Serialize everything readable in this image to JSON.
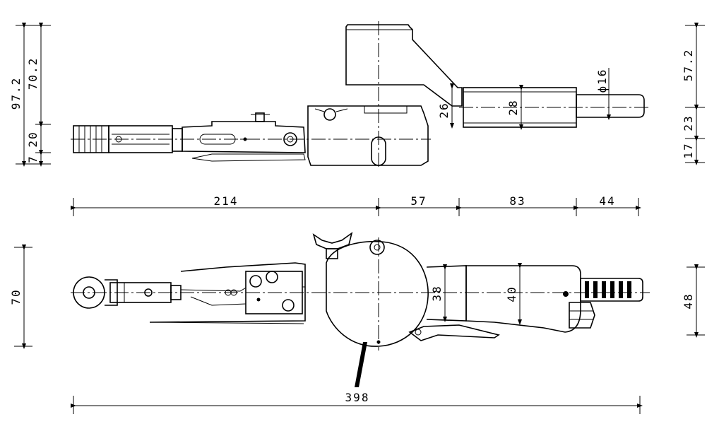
{
  "dimensions": {
    "top_view_left": [
      "97.2",
      "70.2",
      "20",
      "7"
    ],
    "top_view_right": [
      "57.2",
      "23",
      "17"
    ],
    "top_view_inner": [
      "26",
      "28"
    ],
    "shaft_diameter": "ϕ16",
    "horizontal_segments": [
      "214",
      "57",
      "83",
      "44"
    ],
    "side_view_left": "70",
    "side_view_inner": [
      "38",
      "40"
    ],
    "side_view_right": "48",
    "overall_length": "398"
  }
}
